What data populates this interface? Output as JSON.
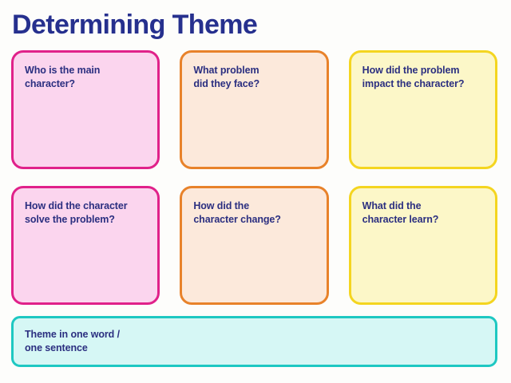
{
  "title": "Determining Theme",
  "theme_colors": {
    "background": "#fdfdfb",
    "title_text": "#26308e",
    "card_text": "#2b2f80",
    "pink_border": "#e0218a",
    "pink_fill": "#fbd5ee",
    "orange_border": "#e8822a",
    "orange_fill": "#fce9db",
    "yellow_border": "#f4d520",
    "yellow_fill": "#fcf7c8",
    "teal_border": "#1ec8c2",
    "teal_fill": "#d6f7f5"
  },
  "cards": [
    {
      "id": "main-character",
      "color": "pink",
      "text": "Who is the main\ncharacter?"
    },
    {
      "id": "problem-faced",
      "color": "orange",
      "text": "What problem\ndid they face?"
    },
    {
      "id": "problem-impact",
      "color": "yellow",
      "text": "How did the problem\nimpact the character?"
    },
    {
      "id": "problem-solved",
      "color": "pink",
      "text": "How did the character\nsolve the problem?"
    },
    {
      "id": "character-change",
      "color": "orange",
      "text": "How did the\ncharacter change?"
    },
    {
      "id": "character-learn",
      "color": "yellow",
      "text": "What did the\ncharacter learn?"
    }
  ],
  "theme_bar": {
    "id": "theme-summary",
    "color": "teal",
    "text": "Theme in one word /\none sentence"
  }
}
